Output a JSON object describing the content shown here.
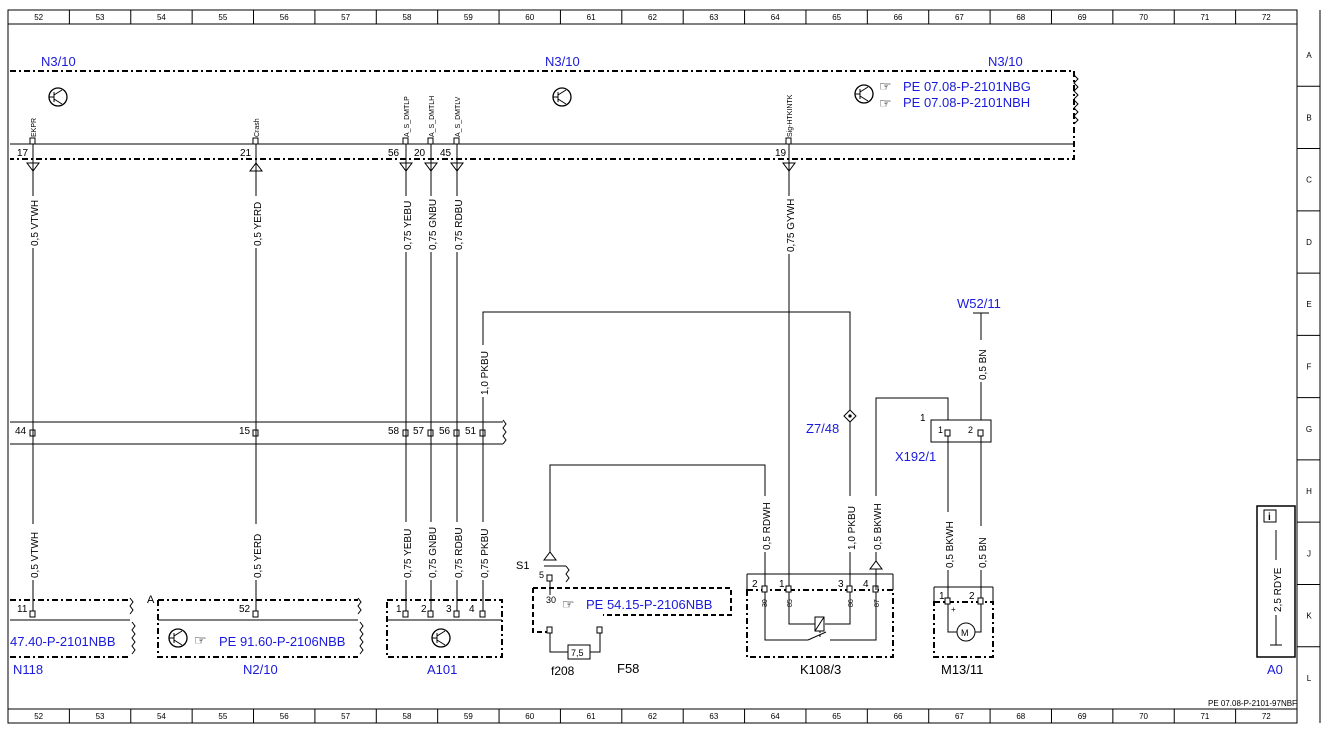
{
  "grid": {
    "columns": [
      "52",
      "53",
      "54",
      "55",
      "56",
      "57",
      "58",
      "59",
      "60",
      "61",
      "62",
      "63",
      "64",
      "65",
      "66",
      "67",
      "68",
      "69",
      "70",
      "71",
      "72"
    ],
    "rows": [
      "A",
      "B",
      "C",
      "D",
      "E",
      "F",
      "G",
      "H",
      "J",
      "K",
      "L"
    ]
  },
  "top_module": {
    "labels": [
      "N3/10",
      "N3/10",
      "N3/10"
    ],
    "references": [
      "PE 07.08-P-2101NBG",
      "PE 07.08-P-2101NBH"
    ],
    "pins": [
      {
        "num": "17",
        "signal": "EKPR"
      },
      {
        "num": "21",
        "signal": "Crash"
      },
      {
        "num": "56",
        "signal": "A_S_DMTLP"
      },
      {
        "num": "20",
        "signal": "A_S_DMTLH"
      },
      {
        "num": "45",
        "signal": "A_S_DMTLV"
      },
      {
        "num": "19",
        "signal": "Sig-HTKINTK"
      }
    ]
  },
  "wires_upper": [
    "0,5 VTWH",
    "0,5 YERD",
    "0,75 YEBU",
    "0,75 GNBU",
    "0,75 RDBU",
    "0,75 GYWH"
  ],
  "connector_strip": {
    "pins": [
      "44",
      "15",
      "58",
      "57",
      "56",
      "51"
    ]
  },
  "wires_lower": [
    "0,5 VTWH",
    "0,5 YERD",
    "0,75 YEBU",
    "0,75 GNBU",
    "0,75 RDBU",
    "0,75 PKBU"
  ],
  "wire_pkbu_mid": "1,0 PKBU",
  "z_point": "Z7/48",
  "w_ground": {
    "label": "W52/11",
    "wire": "0,5 BN"
  },
  "x_connector": {
    "label": "X192/1",
    "pin_a": "1",
    "pin_b": "2",
    "side_num": "1"
  },
  "k_relay": {
    "label": "K108/3",
    "wires": [
      "0,5 RDWH",
      "1,0 PKBU",
      "0,5 BKWH"
    ],
    "pins": [
      "2",
      "1",
      "3",
      "4"
    ],
    "terminals": [
      "30",
      "85",
      "86",
      "87"
    ]
  },
  "m_motor": {
    "label": "M13/11",
    "wires": [
      "0,5 BKWH",
      "0,5 BN"
    ],
    "pins": [
      "1",
      "2"
    ]
  },
  "n118": {
    "label": "N118",
    "reference": "47.40-P-2101NBB",
    "pin": "11"
  },
  "n2": {
    "label": "N2/10",
    "reference": "PE 91.60-P-2106NBB",
    "pin": "52",
    "marker": "A"
  },
  "a101": {
    "label": "A101",
    "pins": [
      "1",
      "2",
      "3",
      "4"
    ]
  },
  "s1": {
    "label": "S1",
    "pin": "5"
  },
  "f58": {
    "label": "F58",
    "reference": "PE 54.15-P-2106NBB",
    "fuse_label": "f208",
    "fuse_rating": "7,5",
    "pin": "30"
  },
  "a0": {
    "label": "A0",
    "wire": "2,5 RDYE",
    "info_icon": "i"
  },
  "footer": "PE 07.08-P-2101-97NBF"
}
